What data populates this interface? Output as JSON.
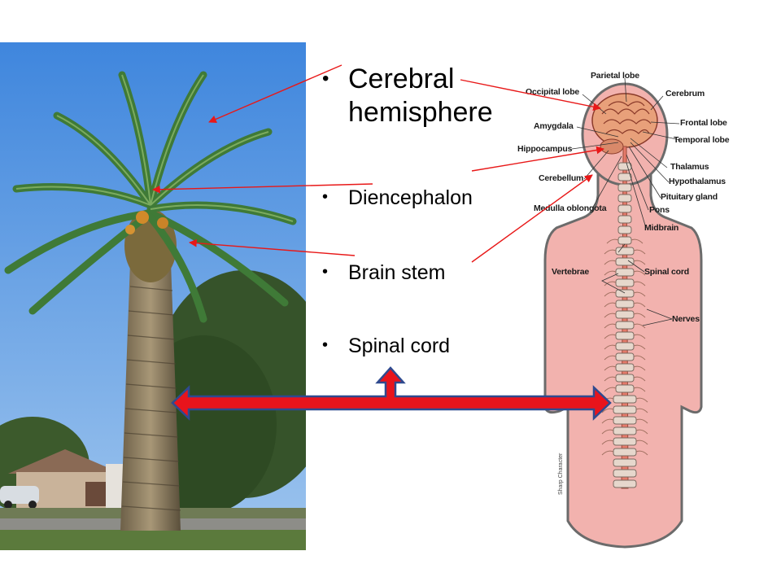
{
  "bullets": [
    {
      "text": "Cerebral hemisphere"
    },
    {
      "text": "Diencephalon"
    },
    {
      "text": "Brain stem"
    },
    {
      "text": "Spinal cord"
    }
  ],
  "diagram_labels": {
    "parietal_lobe": "Parietal lobe",
    "occipital_lobe": "Occipital lobe",
    "cerebrum": "Cerebrum",
    "amygdala": "Amygdala",
    "frontal_lobe": "Frontal lobe",
    "hippocampus": "Hippocampus",
    "temporal_lobe": "Temporal lobe",
    "thalamus": "Thalamus",
    "cerebellum": "Cerebellum",
    "hypothalamus": "Hypothalamus",
    "pituitary_gland": "Pituitary gland",
    "medulla_oblongata": "Medulla oblongota",
    "pons": "Pons",
    "midbrain": "Midbrain",
    "vertebrae": "Vertebrae",
    "spinal_cord": "Spinal cord",
    "nerves": "Nerves"
  },
  "credit": "Sharp\nCharacter",
  "colors": {
    "pointer": "#e81818",
    "arrow_fill": "#e8141c",
    "arrow_stroke": "#2f4a8f",
    "skin": "#f2b2ae",
    "skin_outline": "#6b6b6b",
    "sky": "#4a8fe0"
  }
}
